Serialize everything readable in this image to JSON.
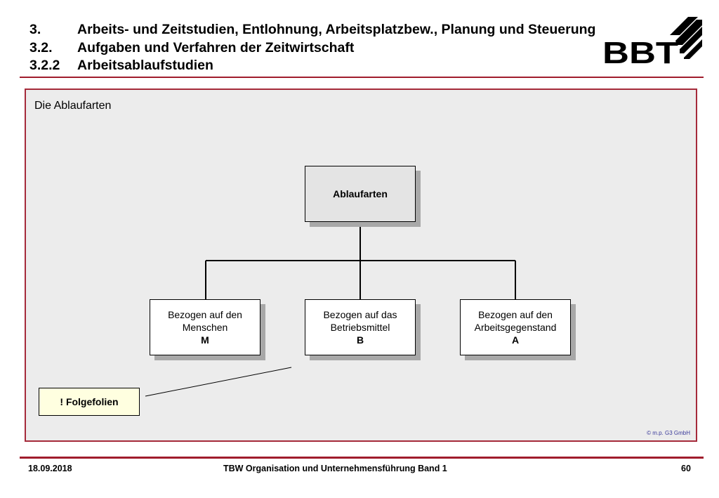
{
  "header": {
    "lines": [
      {
        "num": "3.",
        "text": "Arbeits- und Zeitstudien, Entlohnung, Arbeitsplatzbew., Planung und Steuerung"
      },
      {
        "num": "3.2.",
        "text": "Aufgaben und Verfahren der Zeitwirtschaft"
      },
      {
        "num": "3.2.2",
        "text": "Arbeitsablaufstudien"
      }
    ],
    "logo_text": "BBT"
  },
  "panel": {
    "title": "Die Ablaufarten",
    "root": "Ablaufarten",
    "children": [
      {
        "line1": "Bezogen auf den",
        "line2": "Menschen",
        "code": "M"
      },
      {
        "line1": "Bezogen auf das",
        "line2": "Betriebsmittel",
        "code": "B"
      },
      {
        "line1": "Bezogen auf den",
        "line2": "Arbeitsgegenstand",
        "code": "A"
      }
    ],
    "callout": "! Folgefolien",
    "copyright": "© m.p. G3 GmbH"
  },
  "footer": {
    "date": "18.09.2018",
    "title": "TBW Organisation und Unternehmensführung Band 1",
    "page": "60"
  },
  "colors": {
    "accent": "#a01c2c",
    "panel_bg": "#ececec",
    "callout_bg": "#ffffe0",
    "shadow": "#a8a8a8"
  }
}
